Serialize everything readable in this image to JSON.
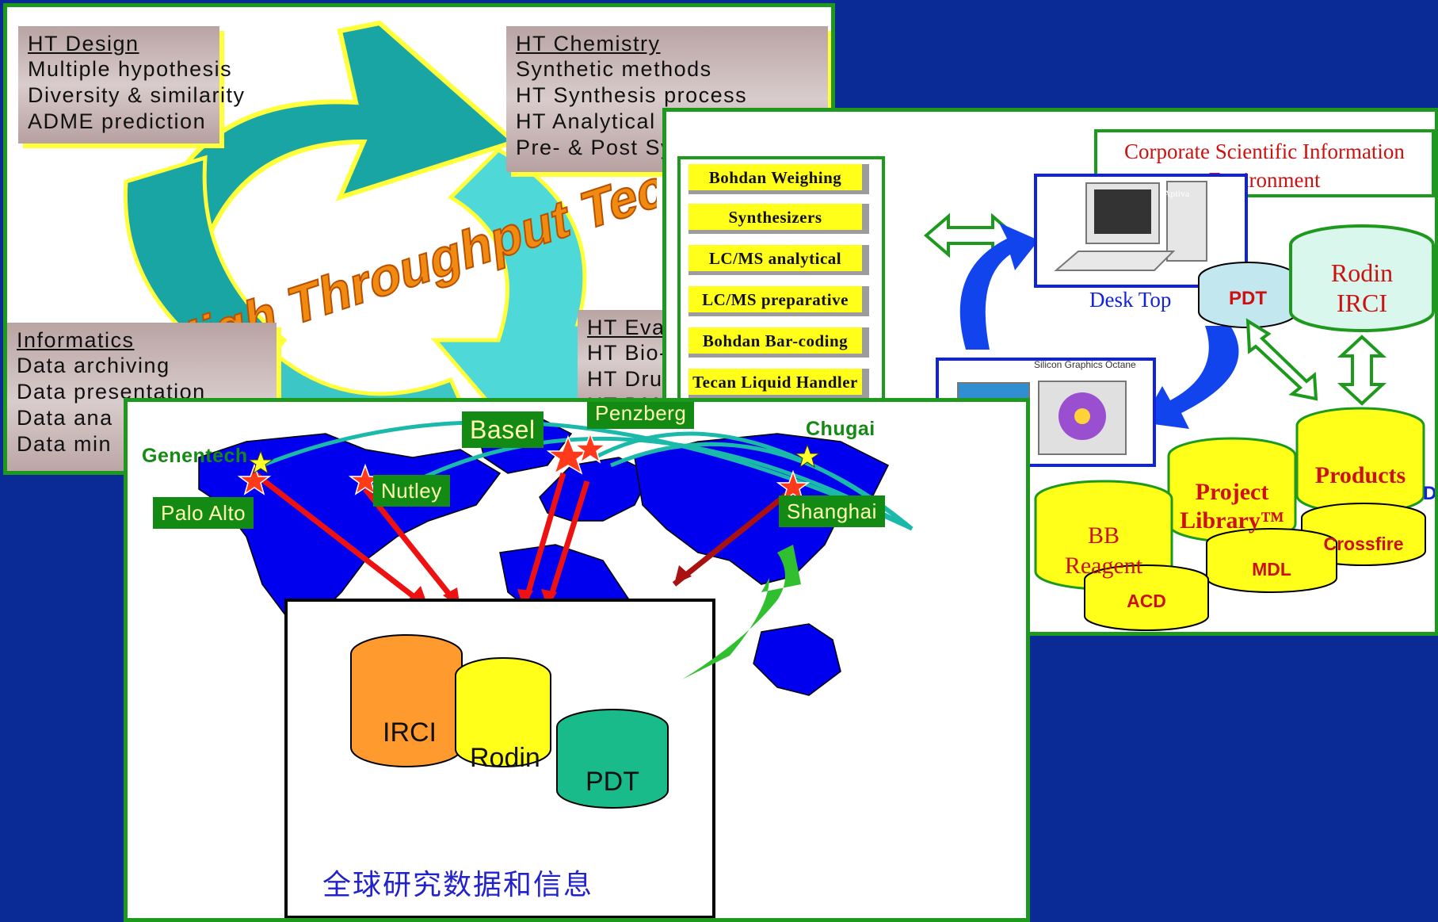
{
  "ht_panel": {
    "design": {
      "title": "HT Design",
      "lines": [
        "Multiple hypothesis",
        "Diversity & similarity",
        "ADME prediction"
      ]
    },
    "chemistry": {
      "title": "HT Chemistry",
      "lines": [
        "Synthetic methods",
        "HT Synthesis process",
        "HT Analytical",
        "Pre- & Post Sy"
      ]
    },
    "informatics": {
      "title": "Informatics",
      "lines": [
        "Data archiving",
        "Data presentation",
        "Data ana",
        "Data min"
      ]
    },
    "evaluation": {
      "title": "HT Eval",
      "lines": [
        "HT Bio-a",
        "HT Drug",
        "HT DMP"
      ]
    },
    "banner": "High Throughput Technology"
  },
  "env_panel": {
    "title_line1": "Corporate Scientific Information",
    "title_line2": "Environment",
    "instruments": [
      "Bohdan Weighing",
      "Synthesizers",
      "LC/MS analytical",
      "LC/MS preparative",
      "Bohdan Bar-coding",
      "Tecan Liquid Handler"
    ],
    "desktop_label": "Desk Top",
    "monitor_brand": "Aptiva",
    "workstation_label": "Silicon Graphics Octane",
    "pdt": "PDT",
    "rodin_line1": "Rodin",
    "rodin_line2": "IRCI",
    "products": "Products",
    "crossfire": "Crossfire",
    "project_line1": "Project",
    "project_line2": "Library™",
    "mdl": "MDL",
    "bb_line1": "BB",
    "bb_line2": "Reagent",
    "acd": "ACD",
    "edge_letter": "D"
  },
  "map_panel": {
    "sites": {
      "genentech": "Genentech",
      "palo_alto": "Palo Alto",
      "nutley": "Nutley",
      "basel": "Basel",
      "penzberg": "Penzberg",
      "chugai": "Chugai",
      "shanghai": "Shanghai"
    },
    "db": {
      "irci": "IRCI",
      "rodin": "Rodin",
      "pdt": "PDT"
    },
    "caption": "全球研究数据和信息"
  },
  "colors": {
    "background": "#0a2a96",
    "panel_border": "#1d9a1d",
    "label_green": "#138a13",
    "map_blue": "#0000ee",
    "arrow_red": "#ee1111",
    "db_yellow": "#ffff1a"
  }
}
